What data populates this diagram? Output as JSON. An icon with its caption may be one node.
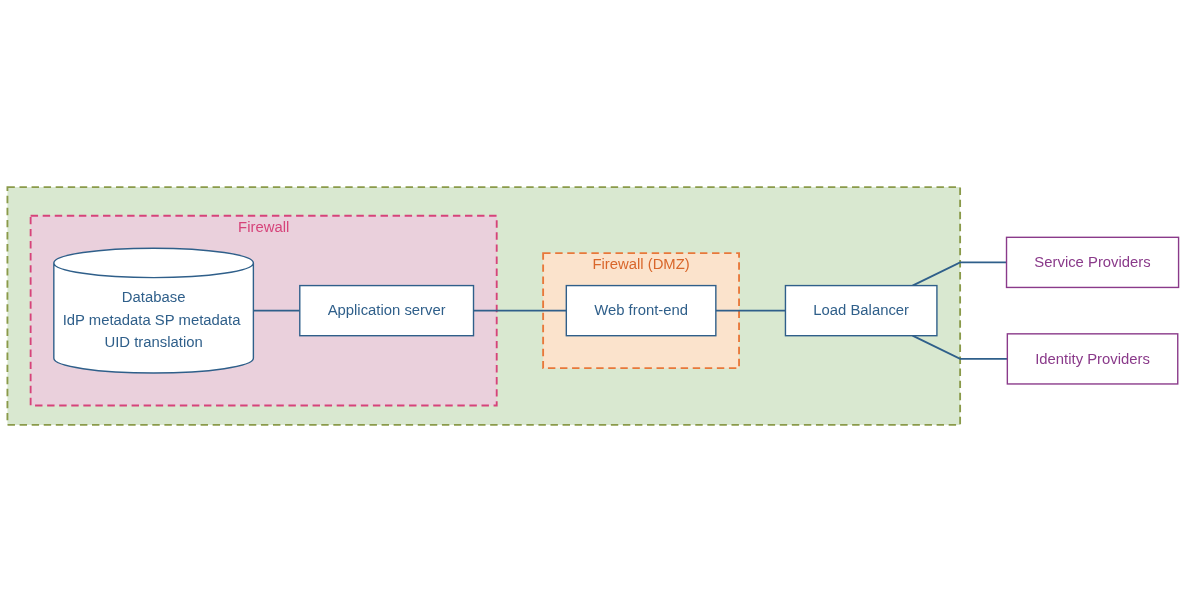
{
  "diagram": {
    "nodes": [
      {
        "text": [],
        "shape": "box"
      },
      {
        "text": [
          "Firewall"
        ],
        "in": 0
      },
      {
        "text": [
          "Database",
          "IdP metadata SP metadata UID translation"
        ],
        "in": 1
      },
      {
        "text": [
          "Application server"
        ],
        "in": 1
      },
      {
        "text": [
          "Firewall (DMZ)"
        ],
        "in": 0
      },
      {
        "text": [
          "Web front-end"
        ],
        "in": 4
      },
      {
        "text": [
          "Load Balancer"
        ],
        "in": 0
      },
      {
        "text": [
          "Service Providers"
        ]
      },
      {
        "text": [
          "Identity Providers"
        ]
      }
    ],
    "edges": [
      {
        "from": 2,
        "to": 3,
        "arrow": "none"
      },
      {
        "from": 3,
        "to": 5,
        "arrow": "none"
      },
      {
        "from": 5,
        "to": 6,
        "arrow": "none"
      },
      {
        "from": 6,
        "to": 7,
        "arrow": "none"
      },
      {
        "from": 6,
        "to": 8,
        "arrow": "none"
      }
    ]
  }
}
